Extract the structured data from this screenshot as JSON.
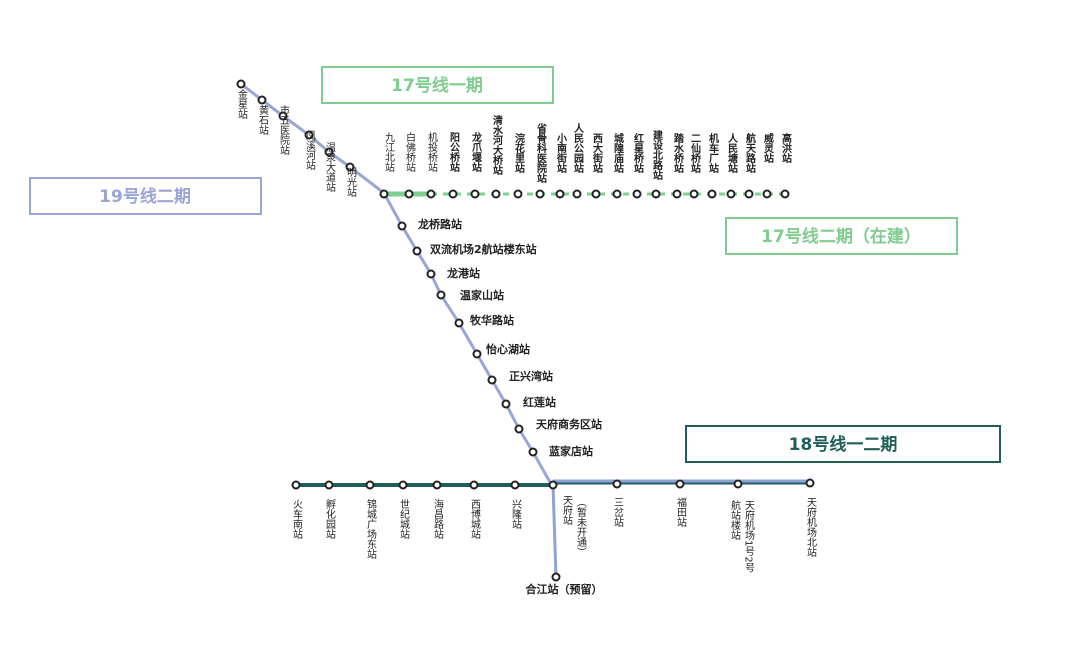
{
  "line_titles": {
    "line17_phase1": "17号线一期",
    "line19_phase2": "19号线二期",
    "line17_phase2": "17号线二期（在建）",
    "line18_phase2": "18号线一二期"
  },
  "colors": {
    "line19": "#9aa5d6",
    "line17_phase2": "#7ed08f",
    "line18": "#1f5e5a",
    "line18_extension": "#8fa3d9",
    "title17_1": "#80cc8f",
    "title19": "#9aa5d6",
    "title17_2": "#80cc8f",
    "title18": "#1f5e5a"
  },
  "stations": {
    "line19_northwest": [
      "金星站",
      "黄石站",
      "市五医院站",
      "凤溪河站",
      "温泉大道站",
      "明光站"
    ],
    "line17_phase2": [
      "九江北站",
      "白佛桥站",
      "机投桥站",
      "阳公桥站",
      "龙爪堰站",
      "清水河大桥站",
      "浣花里站",
      "省骨科医院站",
      "小南街站",
      "人民公园站",
      "西大街站",
      "城隍庙站",
      "红星桥站",
      "建设北路站",
      "踏水桥站",
      "二仙桥站",
      "机车厂站",
      "人民塘站",
      "航天路站",
      "威灵站",
      "高洪站"
    ],
    "line19_south": [
      "龙桥路站",
      "双流机场2航站楼东站",
      "龙港站",
      "温家山站",
      "牧华路站",
      "怡心湖站",
      "正兴湾站",
      "红莲站",
      "天府商务区站",
      "蓝家店站"
    ],
    "line18": [
      "火车南站",
      "孵化园站",
      "锦城广场东站",
      "世纪城站",
      "海昌路站",
      "西博城站",
      "兴隆站",
      "天府站",
      "（暂未开通）",
      "三岔站",
      "福田站",
      "航站楼站",
      "天府机场1号2号",
      "天府机场北站"
    ],
    "terminal_south": "合江站（预留）"
  }
}
